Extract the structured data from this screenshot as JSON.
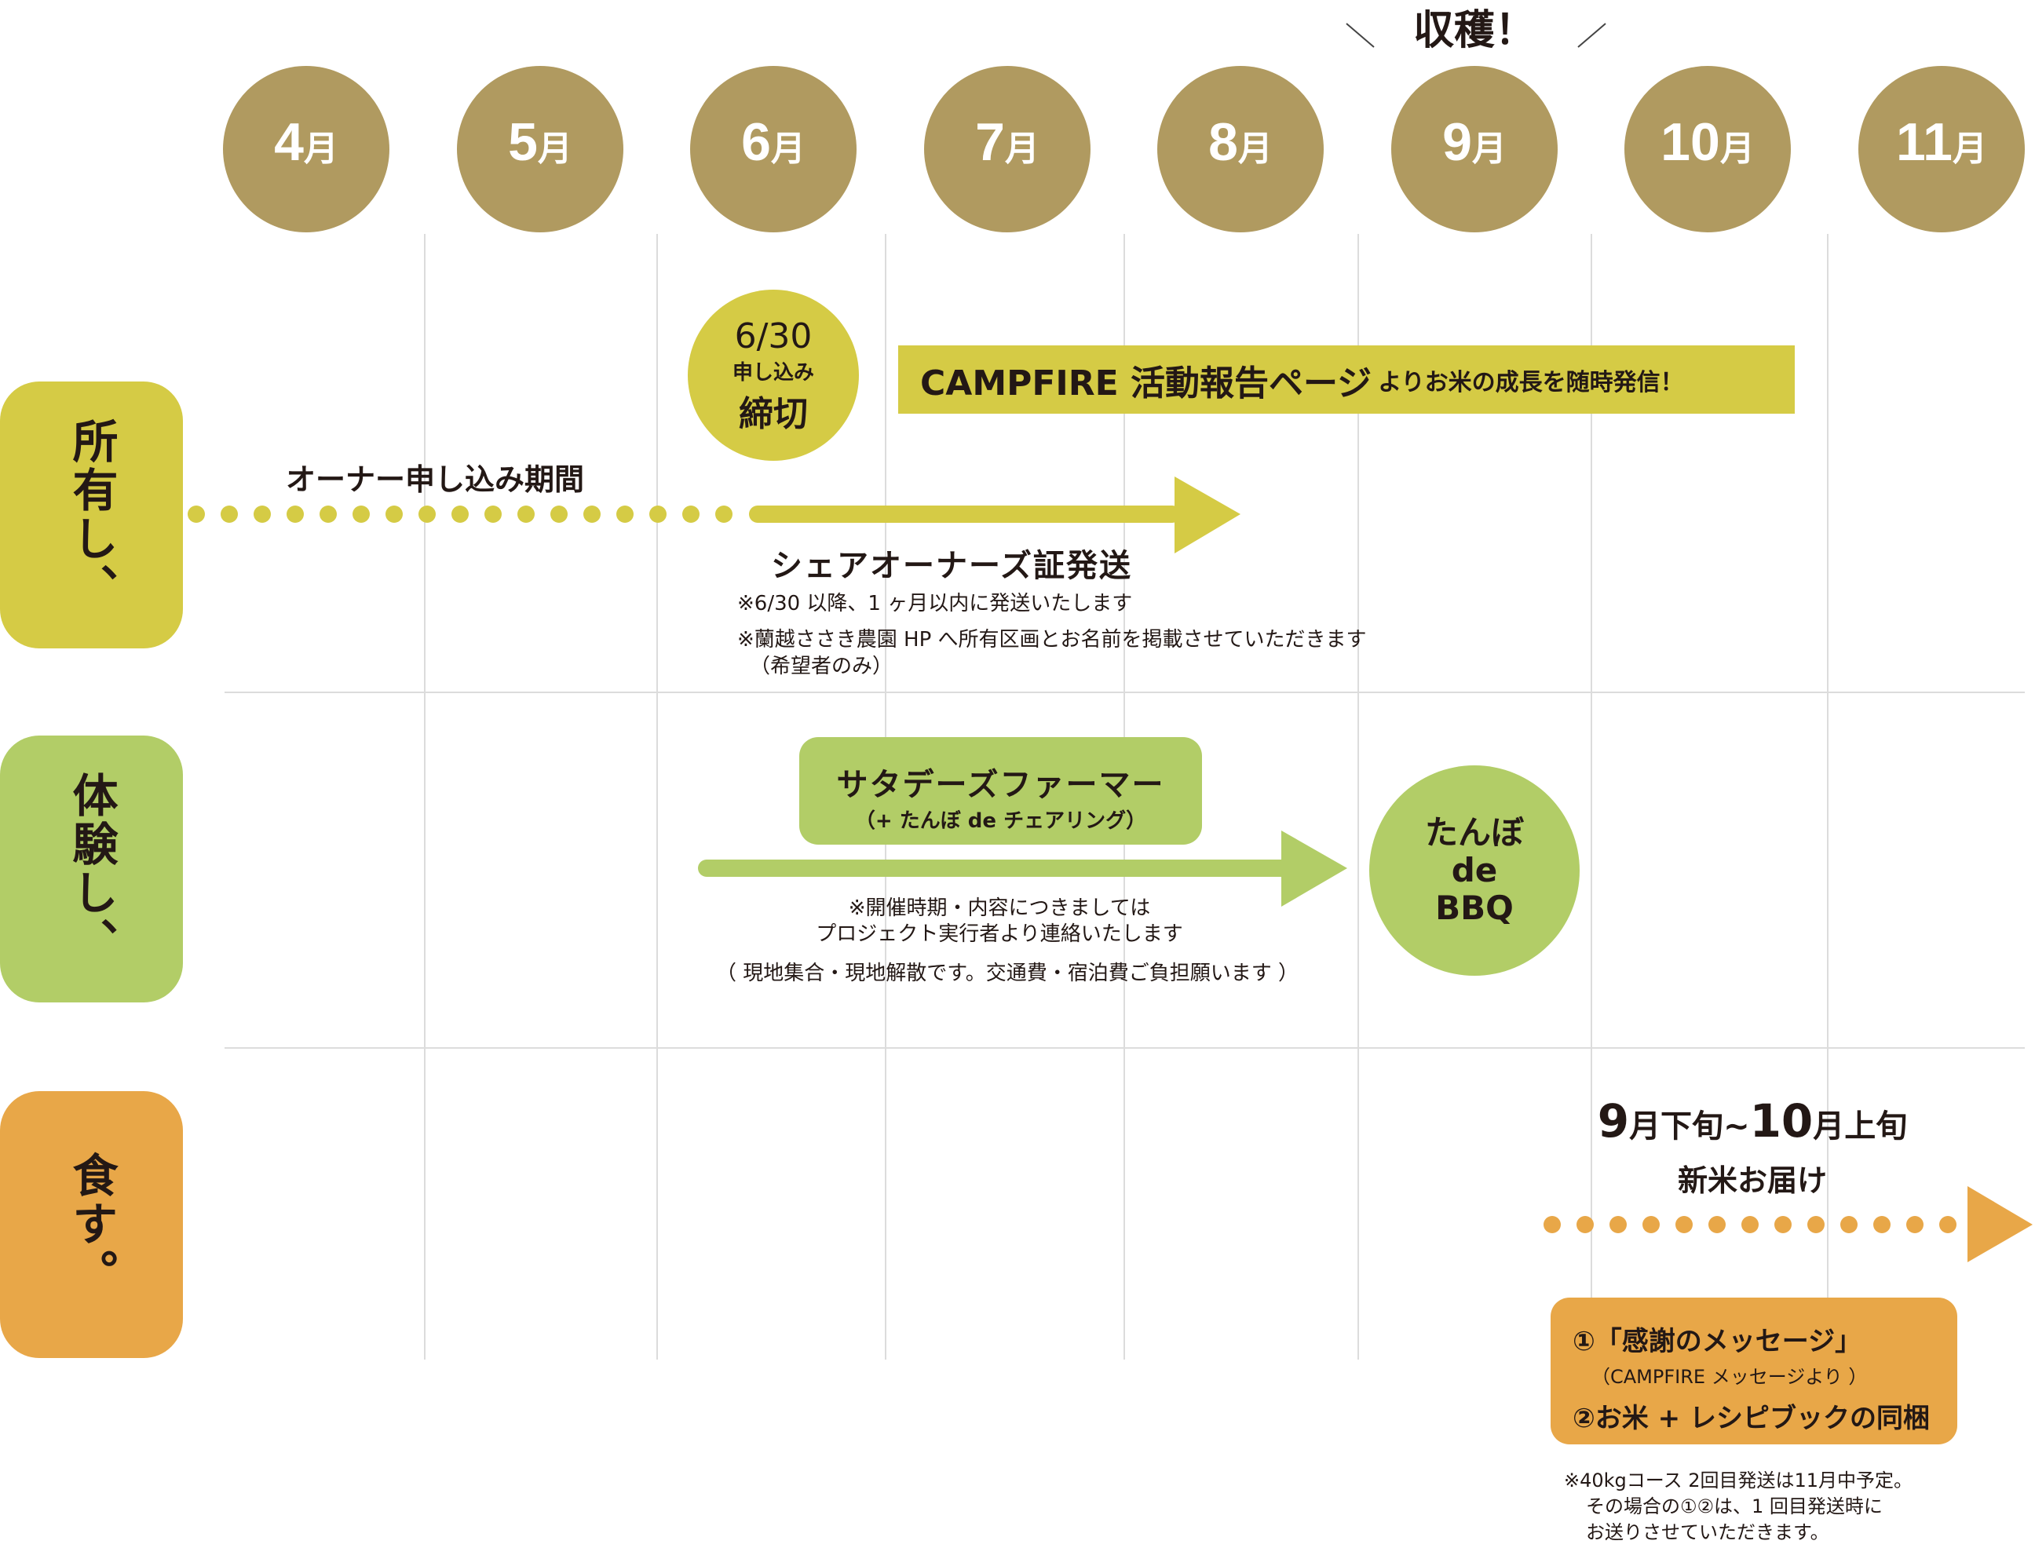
{
  "colors": {
    "month": "#b09a60",
    "own": "#d5cb45",
    "experience": "#b2cd67",
    "eat": "#e8a748"
  },
  "harvest": "収穫！",
  "months": [
    {
      "n": "4",
      "u": "月"
    },
    {
      "n": "5",
      "u": "月"
    },
    {
      "n": "6",
      "u": "月"
    },
    {
      "n": "7",
      "u": "月"
    },
    {
      "n": "8",
      "u": "月"
    },
    {
      "n": "9",
      "u": "月"
    },
    {
      "n": "10",
      "u": "月"
    },
    {
      "n": "11",
      "u": "月"
    }
  ],
  "rows": {
    "own": "所有し、",
    "experience": "体験し、",
    "eat": "食す。"
  },
  "own": {
    "period": "オーナー申し込み期間",
    "deadline": {
      "date": "6/30",
      "sub": "申し込み",
      "main": "締切"
    },
    "banner_main": "CAMPFIRE 活動報告ページ",
    "banner_sub": "よりお米の成長を随時発信！",
    "shipping": "シェアオーナーズ証発送",
    "note1": "※6/30 以降、1 ヶ月以内に発送いたします",
    "note2": "※蘭越ささき農園 HP へ所有区画とお名前を掲載させていただきます",
    "note3": "（希望者のみ）"
  },
  "experience": {
    "title": "サタデーズファーマー",
    "subtitle": "（+ たんぼ de チェアリング）",
    "note1": "※開催時期・内容につきましては",
    "note2": "プロジェクト実行者より連絡いたします",
    "note3": "（ 現地集合・現地解散です。交通費・宿泊費ご負担願います ）",
    "bbq": [
      "たんぼ",
      "de",
      "BBQ"
    ]
  },
  "eat": {
    "period": {
      "a": "9",
      "b": "月下旬",
      "c": "~",
      "d": "10",
      "e": "月上旬"
    },
    "title": "新米お届け",
    "item1": "①「感謝のメッセージ」",
    "item1_sub": "（CAMPFIRE メッセージより ）",
    "item2": "②お米 + レシピブックの同梱",
    "note1": "※40kgコース 2回目発送は11月中予定。",
    "note2": "その場合の①②は、1 回目発送時に",
    "note3": "お送りさせていただきます。"
  }
}
